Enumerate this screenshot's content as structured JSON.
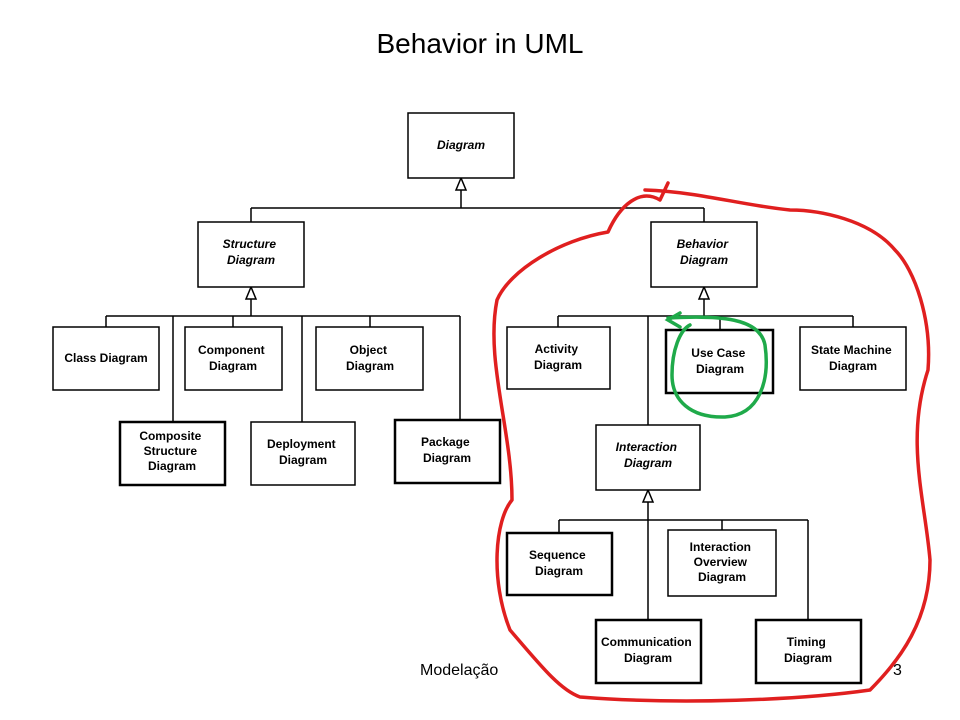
{
  "slide": {
    "title": "Behavior in UML",
    "footer_left": "Modelação",
    "page_number": "3"
  },
  "colors": {
    "highlight_red": "#e01f1f",
    "highlight_green": "#1faa4a"
  },
  "nodes": {
    "diagram": [
      "Diagram"
    ],
    "structure": [
      "Structure",
      "Diagram"
    ],
    "behavior": [
      "Behavior",
      "Diagram"
    ],
    "class": [
      "Class Diagram"
    ],
    "component": [
      "Component",
      "Diagram"
    ],
    "object": [
      "Object",
      "Diagram"
    ],
    "composite": [
      "Composite",
      "Structure",
      "Diagram"
    ],
    "deployment": [
      "Deployment",
      "Diagram"
    ],
    "package": [
      "Package",
      "Diagram"
    ],
    "activity": [
      "Activity",
      "Diagram"
    ],
    "usecase": [
      "Use Case",
      "Diagram"
    ],
    "statemachine": [
      "State Machine",
      "Diagram"
    ],
    "interaction": [
      "Interaction",
      "Diagram"
    ],
    "sequence": [
      "Sequence",
      "Diagram"
    ],
    "overview": [
      "Interaction",
      "Overview",
      "Diagram"
    ],
    "communication": [
      "Communication",
      "Diagram"
    ],
    "timing": [
      "Timing",
      "Diagram"
    ]
  }
}
